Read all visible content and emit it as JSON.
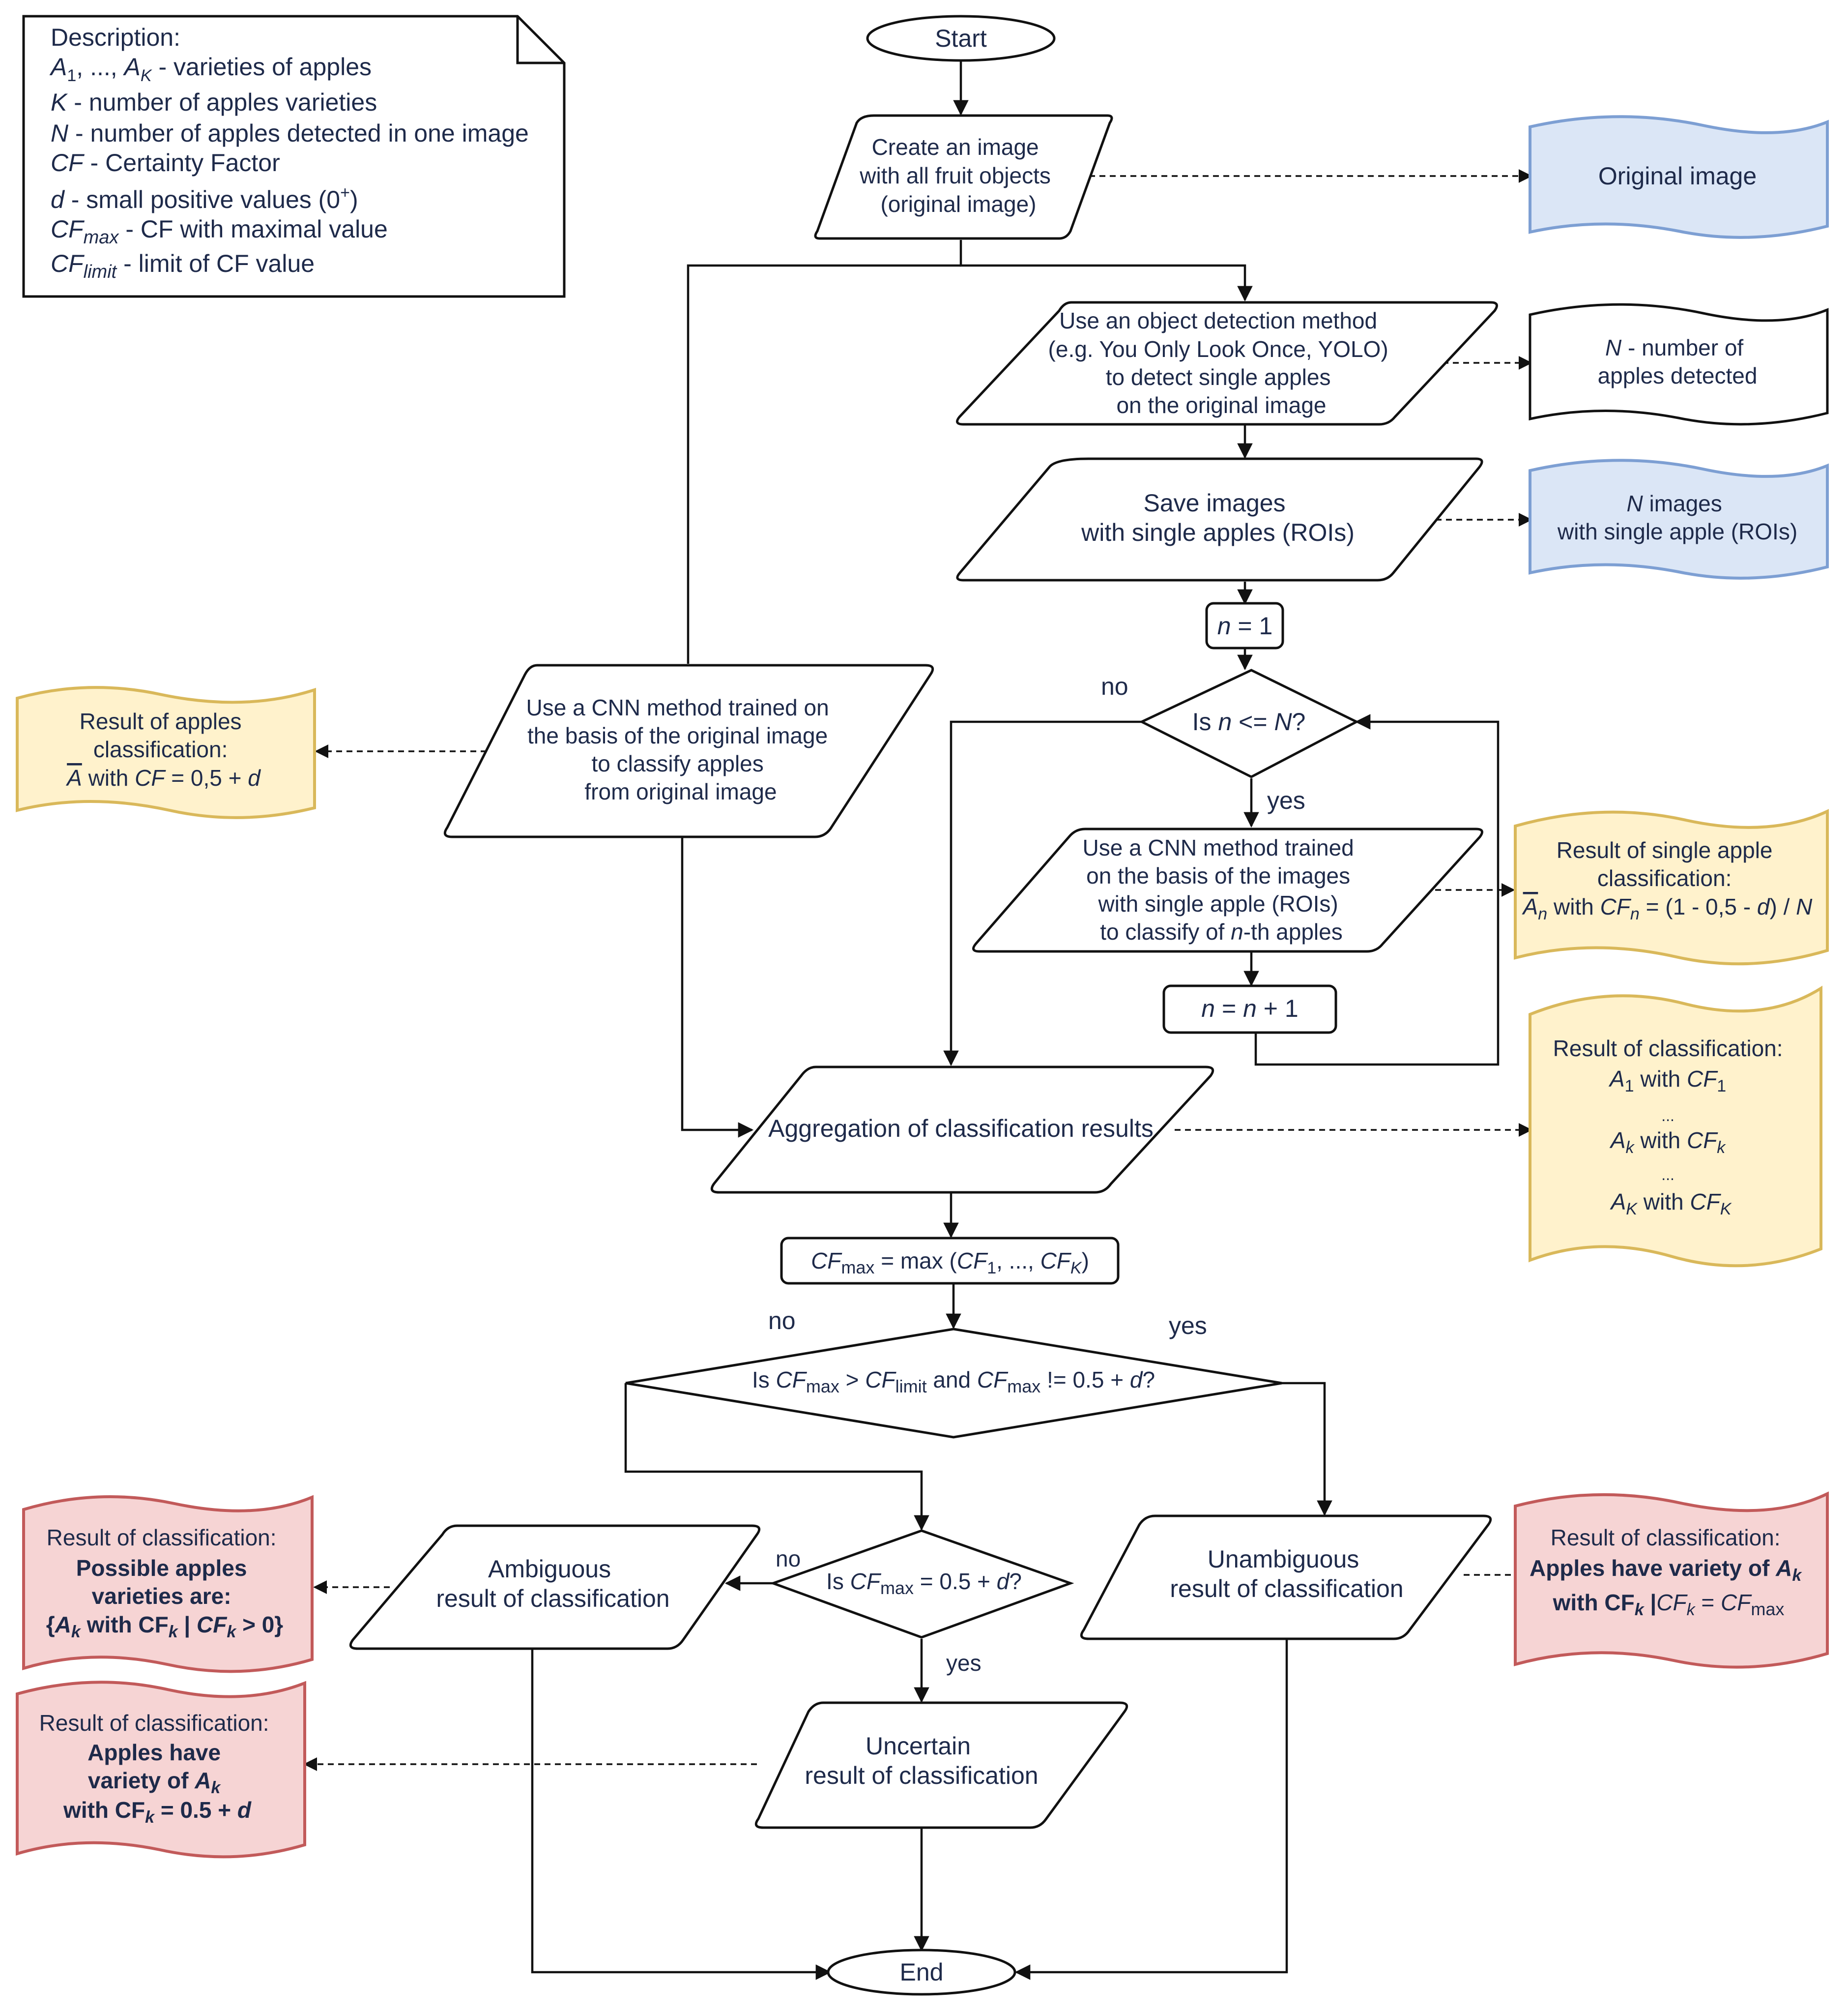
{
  "legend": {
    "title": "Description:",
    "l1_a": "A",
    "l1_s1": "1",
    "l1_m": ", ..., ",
    "l1_b": "A",
    "l1_s2": "K",
    "l1_r": " - varieties of apples",
    "l2_v": "K",
    "l2_r": " - number of apples varieties",
    "l3_v": "N",
    "l3_r": " - number of apples detected in one image",
    "l4_v": "CF",
    "l4_r": " - Certainty Factor",
    "l5_v": "d",
    "l5_r": " - small positive values (0",
    "l5_sup": "+",
    "l5_end": ")",
    "l6_v": "CF",
    "l6_s": "max",
    "l6_r": " - CF with maximal value",
    "l7_v": "CF",
    "l7_s": "limit",
    "l7_r": " - limit of CF value"
  },
  "nodes": {
    "start": "Start",
    "end": "End",
    "create": [
      "Create an image",
      "with all fruit objects",
      "(original image)"
    ],
    "detect": [
      "Use an object detection method",
      "(e.g. You Only Look Once, YOLO)",
      "to detect single apples",
      "on the original image"
    ],
    "save": [
      "Save images",
      "with single apples (ROIs)"
    ],
    "n_init": {
      "v": "n",
      "r": " = 1"
    },
    "loop_cond": {
      "a": "Is ",
      "v1": "n",
      "m": " <= ",
      "v2": "N",
      "e": "?"
    },
    "cnn_single": [
      "Use a CNN method trained",
      "on the basis of the images",
      "with single apple (ROIs)",
      "to classify of ",
      "n",
      "-th apples"
    ],
    "n_incr": {
      "v1": "n",
      "m": " = ",
      "v2": "n",
      "r": " + 1"
    },
    "cnn_orig": [
      "Use a CNN method trained on",
      "the basis of the original image",
      "to classify apples",
      "from original image"
    ],
    "aggregate": "Aggregation of classification results",
    "cfmax": {
      "v1": "CF",
      "s1": "max",
      "m": " = max (",
      "v2": "CF",
      "s2": "1",
      "c": ", ..., ",
      "v3": "CF",
      "s3": "K",
      "e": ")"
    },
    "cond_main": {
      "a": "Is ",
      "v1": "CF",
      "s1": "max",
      "g": " > ",
      "v2": "CF",
      "s2": "limit",
      "and": " and ",
      "v3": "CF",
      "s3": "max",
      "ne": " != 0.5 + ",
      "d": "d",
      "q": "?"
    },
    "cond_half": {
      "a": "Is ",
      "v": "CF",
      "s": "max",
      "r": " = 0.5 + ",
      "d": "d",
      "q": "?"
    },
    "ambiguous": [
      "Ambiguous",
      "result of classification"
    ],
    "unambiguous": [
      "Unambiguous",
      "result of classification"
    ],
    "uncertain": [
      "Uncertain",
      "result of classification"
    ]
  },
  "outputs": {
    "original": "Original image",
    "n_detected": {
      "v": "N",
      "l1": " - number of",
      "l2": "apples detected"
    },
    "n_images": {
      "v": "N",
      "l1": " images",
      "l2": "with single apple (ROIs)"
    },
    "res_apples": {
      "l1": "Result of apples",
      "l2": "classification:",
      "a": "A",
      "w": " with ",
      "cf": "CF",
      "eq": " = 0,5 + ",
      "d": "d"
    },
    "res_single": {
      "l1": "Result of single apple",
      "l2": "classification:",
      "a": "A",
      "as": "n",
      "w": " with ",
      "cf": "CF",
      "cs": "n",
      "eq": " = (1 - 0,5 - ",
      "d": "d",
      "sl": ") / ",
      "n": "N"
    },
    "res_class": {
      "l1": "Result of classification:",
      "a": "A",
      "s1": "1",
      "w": " with ",
      "cf": "CF",
      "sk": "k",
      "sK": "K",
      "dots": "..."
    },
    "res_ambig": {
      "l1": "Result of classification:",
      "l2": "Possible apples",
      "l3": "varieties are:",
      "l4a": "{",
      "l4b": "A",
      "l4c": "k",
      "l4d": " with CF",
      "l4e": "k",
      "l4f": " | ",
      "l4g": "CF",
      "l4h": "k",
      "l4i": " > 0}"
    },
    "res_uncert": {
      "l1": "Result of classification:",
      "l2": "Apples have",
      "l3a": "variety of ",
      "l3b": "A",
      "l3c": "k",
      "l4a": "with CF",
      "l4b": "k",
      "l4c": " = 0.5 + ",
      "l4d": "d"
    },
    "res_unamb": {
      "l1": "Result of classification:",
      "l2a": "Apples have variety of ",
      "l2b": "A",
      "l2c": "k",
      "l3a": "with CF",
      "l3b": "k",
      "l3c": " |",
      "l3d": "CF",
      "l3e": "k",
      "l3f": " = ",
      "l3g": "CF",
      "l3h": "max"
    }
  },
  "labels": {
    "no": "no",
    "yes": "yes"
  }
}
